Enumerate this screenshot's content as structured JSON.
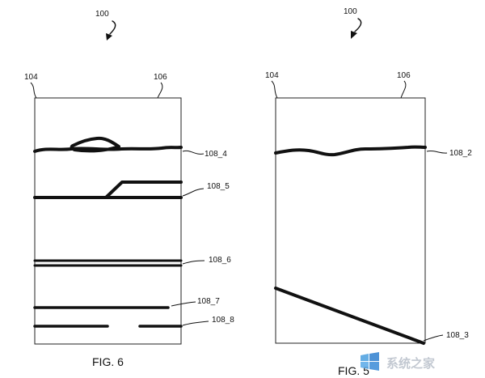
{
  "figures": [
    {
      "caption": "FIG. 6",
      "assembly_label": "100",
      "edge_labels": [
        "104",
        "106"
      ],
      "line_labels": [
        "108_4",
        "108_5",
        "108_6",
        "108_7",
        "108_8"
      ]
    },
    {
      "caption": "FIG. 5",
      "assembly_label": "100",
      "edge_labels": [
        "104",
        "106"
      ],
      "line_labels": [
        "108_2",
        "108_3"
      ]
    }
  ],
  "watermark": {
    "icon": "windows-logo-icon",
    "colors": [
      "#4a9fe0",
      "#2f7fd0",
      "#5aaae8",
      "#3a8bd8"
    ]
  },
  "colors": {
    "ink": "#111111",
    "background": "#ffffff"
  }
}
